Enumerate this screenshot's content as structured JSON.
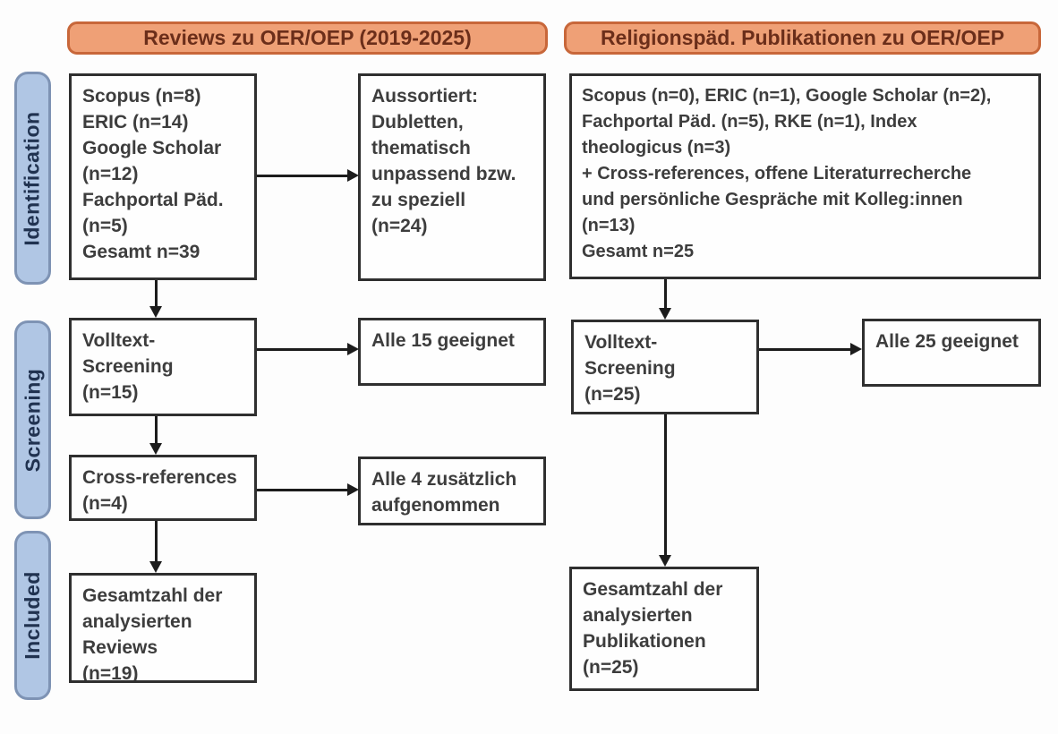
{
  "headers": {
    "left": "Reviews zu OER/OEP (2019-2025)",
    "right": "Religionspäd. Publikationen zu OER/OEP"
  },
  "stages": {
    "identification": "Identification",
    "screening": "Screening",
    "included": "Included"
  },
  "left_column": {
    "sources_box": "Scopus (n=8)\nERIC (n=14)\nGoogle Scholar\n(n=12)\nFachportal Päd.\n(n=5)\nGesamt n=39",
    "excluded_box": "Aussortiert:\nDubletten,\nthematisch\nunpassend bzw.\nzu speziell\n(n=24)",
    "fulltext_box": "Volltext-\nScreening\n(n=15)",
    "eligible_box": "Alle 15 geeignet",
    "crossref_box": "Cross-references\n(n=4)",
    "added_box": "Alle 4 zusätzlich\naufgenommen",
    "total_box": "Gesamtzahl der\nanalysierten\nReviews\n(n=19)"
  },
  "right_column": {
    "sources_box": "Scopus (n=0), ERIC (n=1), Google Scholar (n=2),\nFachportal Päd. (n=5), RKE (n=1), Index\ntheologicus (n=3)\n+ Cross-references, offene Literaturrecherche\nund persönliche Gespräche mit Kolleg:innen\n(n=13)\nGesamt n=25",
    "fulltext_box": "Volltext-\nScreening\n(n=25)",
    "eligible_box": "Alle 25 geeignet",
    "total_box": "Gesamtzahl der\nanalysierten\nPublikationen\n(n=25)"
  },
  "colors": {
    "header_fill": "#efa076",
    "header_border": "#c8673a",
    "header_text": "#6b2e1a",
    "stage_fill": "#b0c6e4",
    "stage_border": "#7e93b4",
    "stage_text": "#203250",
    "box_border": "#2f2f2f",
    "box_text": "#3d3d3d",
    "arrow": "#1c1c1c",
    "bg": "#fdfdfd"
  }
}
